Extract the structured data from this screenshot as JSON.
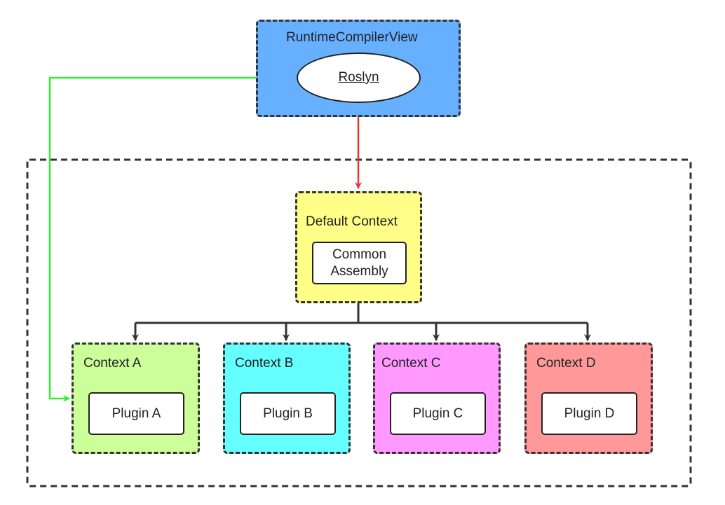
{
  "colors": {
    "runtime_box": "#66b0ff",
    "default_context": "#ffff88",
    "context_a": "#ccff99",
    "context_b": "#66ffff",
    "context_c": "#ff99ff",
    "context_d": "#ff9999",
    "arrow_red": "#ee3333",
    "arrow_green": "#33ee33",
    "arrow_dark": "#333333"
  },
  "runtime": {
    "title": "RuntimeCompilerView",
    "roslyn": "Roslyn"
  },
  "default_context": {
    "title": "Default Context",
    "inner_line1": "Common",
    "inner_line2": "Assembly"
  },
  "contexts": [
    {
      "title": "Context A",
      "plugin": "Plugin A"
    },
    {
      "title": "Context B",
      "plugin": "Plugin B"
    },
    {
      "title": "Context C",
      "plugin": "Plugin C"
    },
    {
      "title": "Context D",
      "plugin": "Plugin D"
    }
  ]
}
